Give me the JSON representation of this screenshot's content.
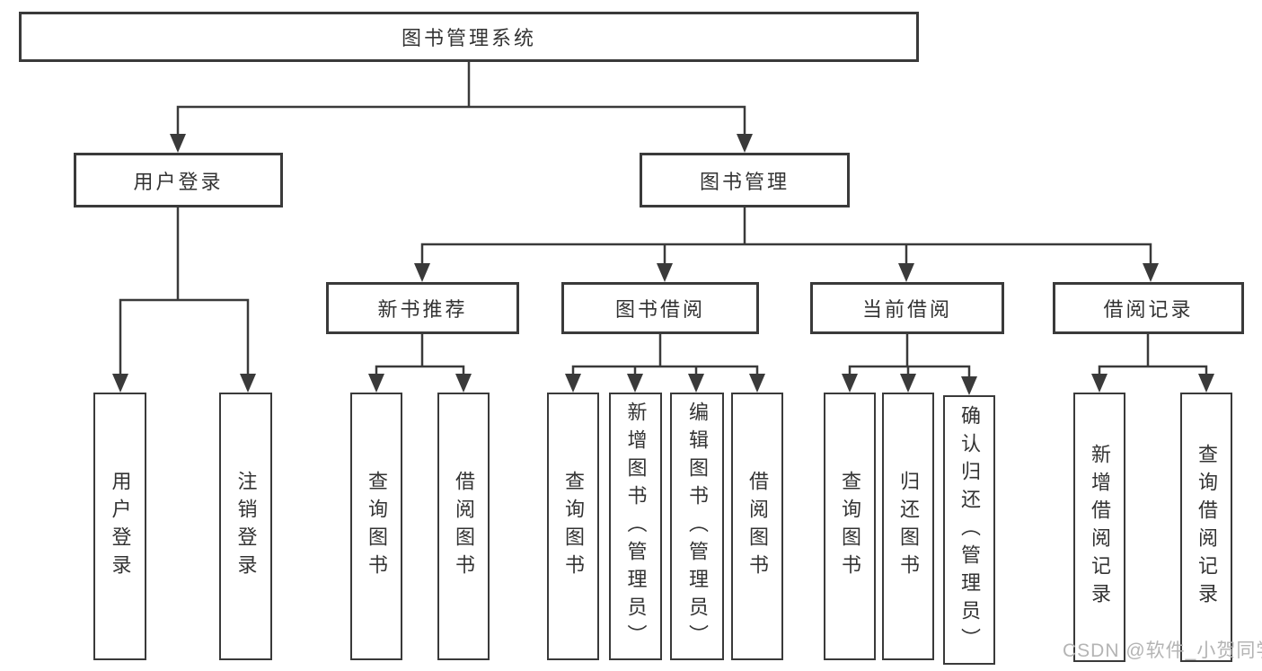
{
  "diagram": {
    "title": "图书管理系统",
    "branches": [
      {
        "label": "用户登录",
        "children": [
          {
            "label": "用户登录"
          },
          {
            "label": "注销登录"
          }
        ]
      },
      {
        "label": "图书管理",
        "children": [
          {
            "label": "新书推荐",
            "children": [
              {
                "label": "查询图书"
              },
              {
                "label": "借阅图书"
              }
            ]
          },
          {
            "label": "图书借阅",
            "children": [
              {
                "label": "查询图书"
              },
              {
                "label": "新增图书（管理员）"
              },
              {
                "label": "编辑图书（管理员）"
              },
              {
                "label": "借阅图书"
              }
            ]
          },
          {
            "label": "当前借阅",
            "children": [
              {
                "label": "查询图书"
              },
              {
                "label": "归还图书"
              },
              {
                "label": "确认归还（管理员）"
              }
            ]
          },
          {
            "label": "借阅记录",
            "children": [
              {
                "label": "新增借阅记录"
              },
              {
                "label": "查询借阅记录"
              }
            ]
          }
        ]
      }
    ]
  },
  "watermark": "CSDN @软件_小贺同学",
  "colors": {
    "line": "#3a3a3a",
    "text": "#333333",
    "watermark": "#b4b4b4",
    "background": "#ffffff"
  }
}
